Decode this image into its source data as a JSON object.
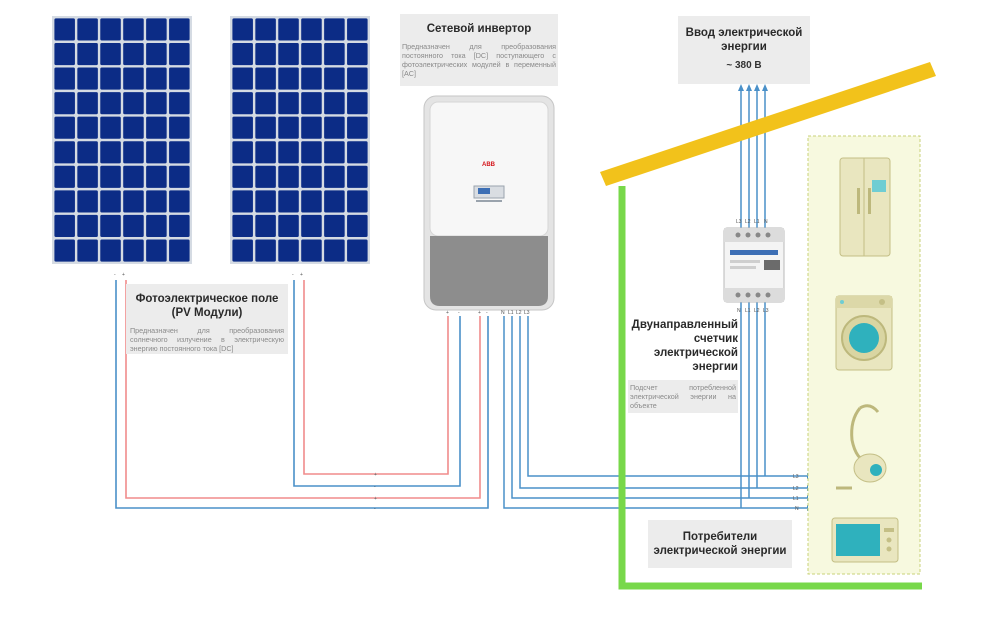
{
  "pv_field": {
    "title_line1": "Фотоэлектрическое поле",
    "title_line2": "(PV Модули)",
    "description": "Предназначен для преобразования солнечного излучение в электрическую энергию постоянного тока [DC]",
    "terminal_minus": "-",
    "terminal_plus": "+"
  },
  "inverter": {
    "title": "Сетевой инвертор",
    "description": "Предназначен для преобразования постоянного тока [DC] поступающего с фотоэлектрических модулей в переменный [AC]",
    "brand": "ABB",
    "terminals": [
      "+",
      "-",
      "+",
      "-",
      "N",
      "L1",
      "L2",
      "L3"
    ]
  },
  "grid_input": {
    "title_line1": "Ввод электрической",
    "title_line2": "энергии",
    "voltage": "~ 380 В"
  },
  "meter": {
    "title_line1": "Двунаправленный",
    "title_line2": "счетчик",
    "title_line3": "электрической",
    "title_line4": "энергии",
    "description": "Подсчет потребленной электрической энергии на объекте",
    "top_terminals": [
      "L3",
      "L2",
      "L1",
      "N"
    ],
    "bottom_terminals": [
      "N",
      "L1",
      "L2",
      "L3"
    ]
  },
  "consumers": {
    "title_line1": "Потребители",
    "title_line2": "электрической энергии",
    "bus_labels": [
      "L3",
      "L2",
      "L1",
      "N"
    ],
    "appliances": [
      "fridge-icon",
      "washing-machine-icon",
      "vacuum-cleaner-icon",
      "microwave-icon"
    ]
  },
  "junctions": [
    "+",
    "-",
    "+",
    "-"
  ],
  "colors": {
    "panel_cell": "#0c2c86",
    "panel_frame": "#d5dbe3",
    "wire_red": "#f08c8c",
    "wire_blue": "#4a90c8",
    "house_green": "#78d84a",
    "roof_yellow": "#f2c21b",
    "consumer_zone": "#f7f9df",
    "inverter_body": "#f1f1f1",
    "inverter_bottom": "#8d8d8d"
  }
}
